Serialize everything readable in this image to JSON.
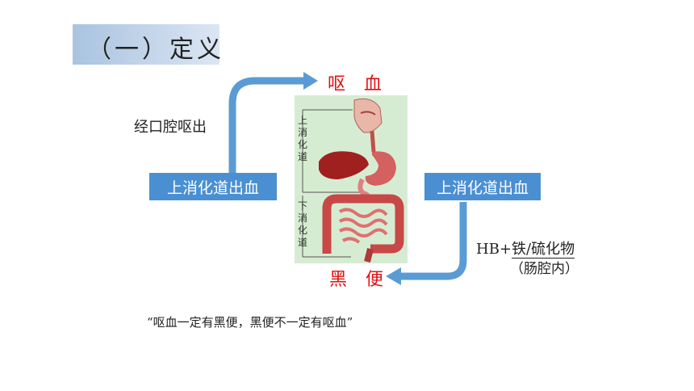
{
  "title": "（一）定义",
  "top_output": "呕 血",
  "bottom_output": "黑 便",
  "left_path_label": "经口腔呕出",
  "left_box": "上消化道出血",
  "right_box": "上消化道出血",
  "hb_prefix": "HB+",
  "hb_underlined": "铁/硫化物",
  "hb_note": "（肠腔内）",
  "organ_upper_label": "上消化道",
  "organ_lower_label": "下消化道",
  "quote": "“呕血一定有黑便，黑便不一定有呕血”",
  "colors": {
    "arrow": "#5b9bd5",
    "box": "#4a8fd2",
    "red_text": "#e01010"
  }
}
